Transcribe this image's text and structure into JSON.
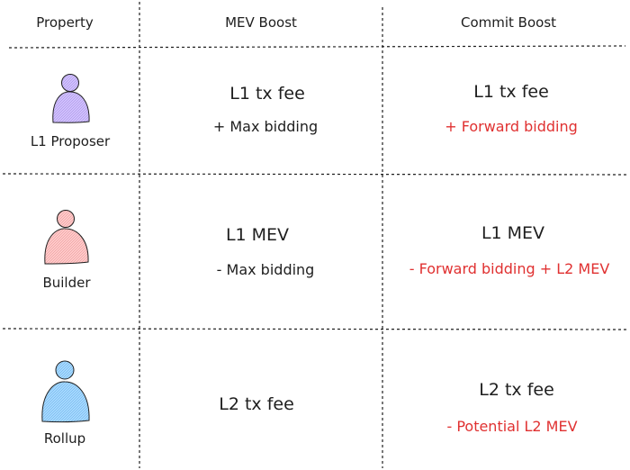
{
  "headers": {
    "property": "Property",
    "mev_boost": "MEV Boost",
    "commit_boost": "Commit Boost"
  },
  "rows": [
    {
      "role": "L1 Proposer",
      "icon": "person-purple",
      "color": "#d0bfff",
      "mev_main": "L1 tx fee",
      "mev_sub": "+ Max bidding",
      "commit_main": "L1 tx fee",
      "commit_sub": "+ Forward bidding"
    },
    {
      "role": "Builder",
      "icon": "person-red",
      "color": "#ffc9c9",
      "mev_main": "L1 MEV",
      "mev_sub": "- Max bidding",
      "commit_main": "L1 MEV",
      "commit_sub": "-  Forward bidding + L2 MEV"
    },
    {
      "role": "Rollup",
      "icon": "person-blue",
      "color": "#a5d8ff",
      "mev_main": "L2 tx fee",
      "commit_main": "L2 tx fee",
      "commit_sub": "- Potential L2 MEV"
    }
  ],
  "accent_red": "#e03131"
}
